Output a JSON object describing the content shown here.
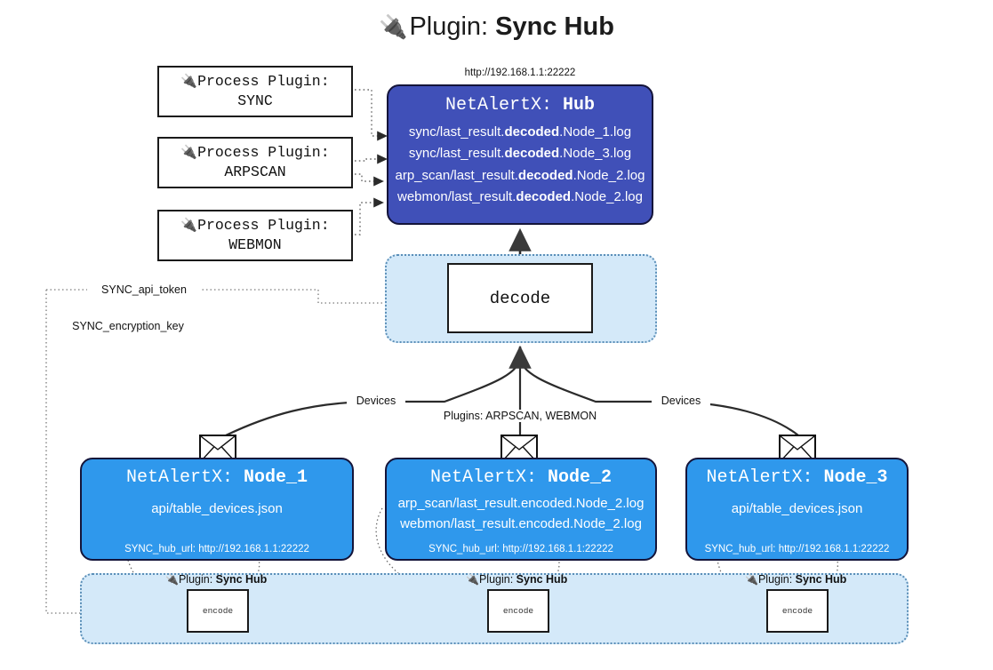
{
  "title": {
    "icon": "plug-icon",
    "prefix": "Plugin: ",
    "name": "Sync Hub"
  },
  "process_plugins": [
    {
      "icon": "plug-icon",
      "line1": "Process Plugin:",
      "line2": "SYNC"
    },
    {
      "icon": "plug-icon",
      "line1": "Process Plugin:",
      "line2": "ARPSCAN"
    },
    {
      "icon": "plug-icon",
      "line1": "Process Plugin:",
      "line2": "WEBMON"
    }
  ],
  "hub": {
    "url": "http://192.168.1.1:22222",
    "title_prefix": "NetAlertX: ",
    "title_name": "Hub",
    "logs": [
      {
        "pre": "sync/last_result.",
        "mid": "decoded",
        "post": ".Node_1.log"
      },
      {
        "pre": "sync/last_result.",
        "mid": "decoded",
        "post": ".Node_3.log"
      },
      {
        "pre": "arp_scan/last_result.",
        "mid": "decoded",
        "post": ".Node_2.log"
      },
      {
        "pre": "webmon/last_result.",
        "mid": "decoded",
        "post": ".Node_2.log"
      }
    ]
  },
  "decode": {
    "label": "decode"
  },
  "settings": {
    "api_token": "SYNC_api_token",
    "encryption_key": "SYNC_encryption_key"
  },
  "edge_labels": {
    "devices_left": "Devices",
    "devices_right": "Devices",
    "plugins_center": "Plugins: ARPSCAN, WEBMON"
  },
  "nodes": [
    {
      "id": "node1",
      "icon": "envelope-icon",
      "title_prefix": "NetAlertX: ",
      "title_name": "Node_1",
      "lines": [
        "api/table_devices.json"
      ],
      "hub_url": "SYNC_hub_url: http://192.168.1.1:22222"
    },
    {
      "id": "node2",
      "icon": "envelope-icon",
      "title_prefix": "NetAlertX: ",
      "title_name": "Node_2",
      "lines": [
        "arp_scan/last_result.encoded.Node_2.log",
        "webmon/last_result.encoded.Node_2.log"
      ],
      "hub_url": "SYNC_hub_url: http://192.168.1.1:22222"
    },
    {
      "id": "node3",
      "icon": "envelope-icon",
      "title_prefix": "NetAlertX: ",
      "title_name": "Node_3",
      "lines": [
        "api/table_devices.json"
      ],
      "hub_url": "SYNC_hub_url: http://192.168.1.1:22222"
    }
  ],
  "encoders": [
    {
      "icon": "plug-icon",
      "tag_prefix": "Plugin: ",
      "tag_name": "Sync Hub",
      "label": "encode"
    },
    {
      "icon": "plug-icon",
      "tag_prefix": "Plugin: ",
      "tag_name": "Sync Hub",
      "label": "encode"
    },
    {
      "icon": "plug-icon",
      "tag_prefix": "Plugin: ",
      "tag_name": "Sync Hub",
      "label": "encode"
    }
  ],
  "colors": {
    "hub_fill": "#4050b8",
    "node_fill": "#2f98ec",
    "pool_fill": "#d4e9f9",
    "stroke": "#14143a"
  }
}
